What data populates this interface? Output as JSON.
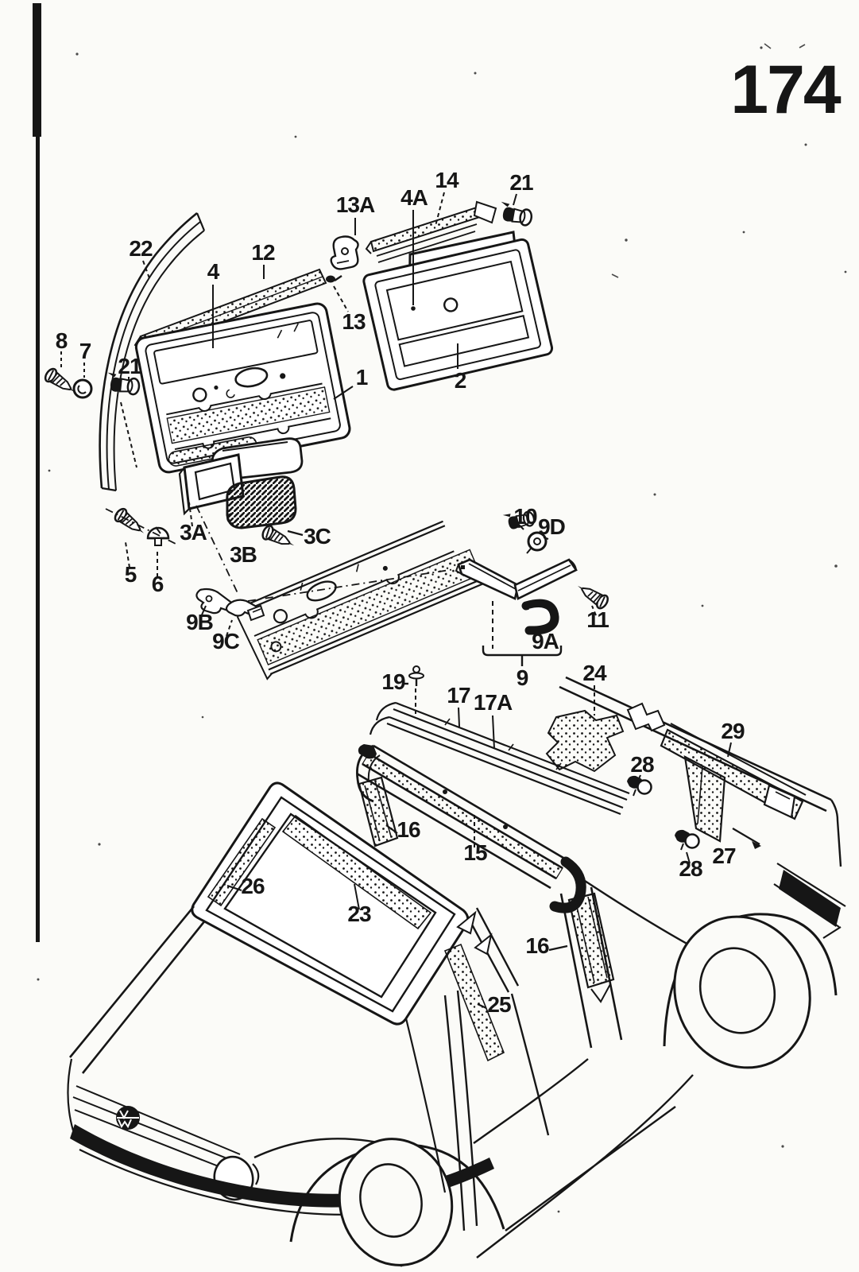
{
  "page": {
    "number": "174"
  },
  "diagram": {
    "type": "exploded-parts-diagram",
    "callouts": [
      {
        "text": "22"
      },
      {
        "text": "12"
      },
      {
        "text": "4"
      },
      {
        "text": "13A"
      },
      {
        "text": "4A"
      },
      {
        "text": "14"
      },
      {
        "text": "21"
      },
      {
        "text": "13"
      },
      {
        "text": "1"
      },
      {
        "text": "2"
      },
      {
        "text": "8"
      },
      {
        "text": "7"
      },
      {
        "text": "21"
      },
      {
        "text": "3A"
      },
      {
        "text": "3B"
      },
      {
        "text": "3C"
      },
      {
        "text": "5"
      },
      {
        "text": "6"
      },
      {
        "text": "9B"
      },
      {
        "text": "9C"
      },
      {
        "text": "10"
      },
      {
        "text": "9D"
      },
      {
        "text": "11"
      },
      {
        "text": "9A"
      },
      {
        "text": "9"
      },
      {
        "text": "19"
      },
      {
        "text": "17"
      },
      {
        "text": "17A"
      },
      {
        "text": "24"
      },
      {
        "text": "28"
      },
      {
        "text": "29"
      },
      {
        "text": "16"
      },
      {
        "text": "15"
      },
      {
        "text": "27"
      },
      {
        "text": "28"
      },
      {
        "text": "26"
      },
      {
        "text": "23"
      },
      {
        "text": "16"
      },
      {
        "text": "25"
      }
    ]
  },
  "colors": {
    "ink": "#161616",
    "paper": "#fbfbf8"
  }
}
